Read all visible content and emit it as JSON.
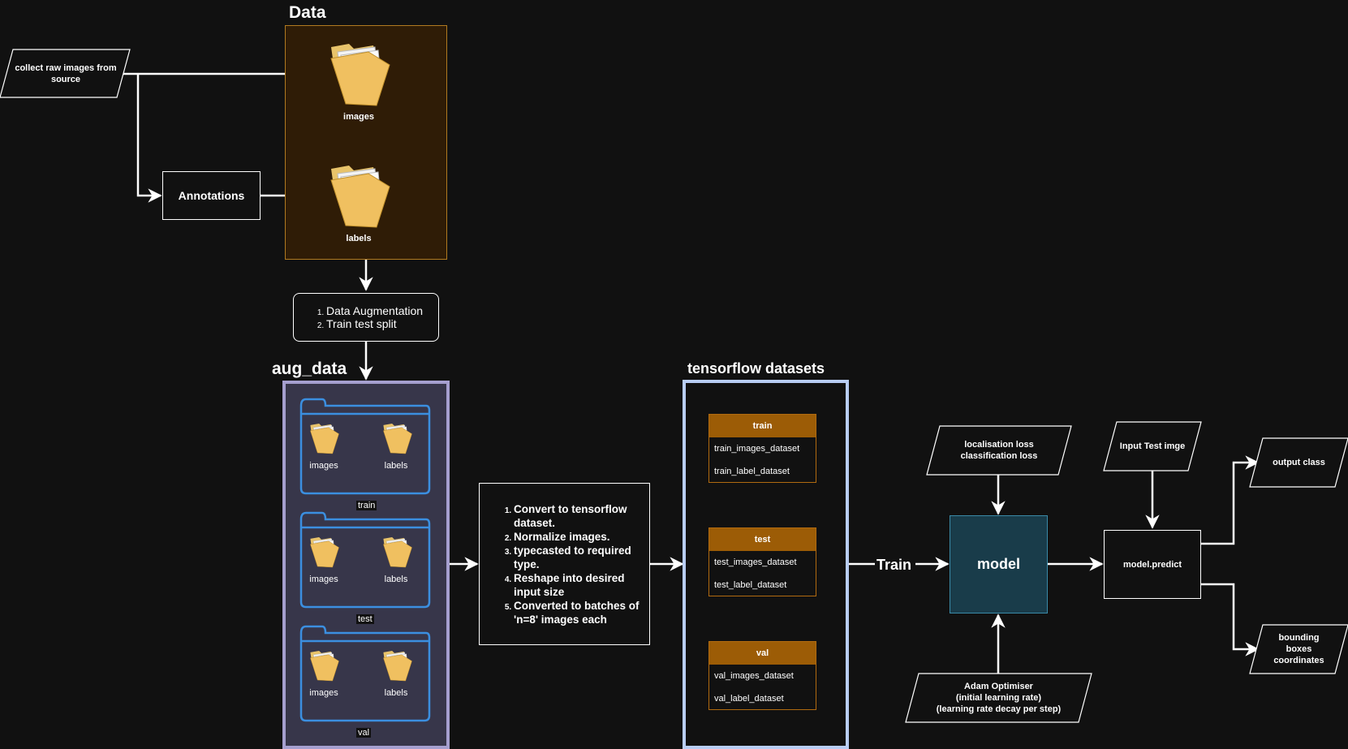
{
  "source_node": "collect raw images from source",
  "annotations_node": "Annotations",
  "data_panel": {
    "title": "Data",
    "folders": [
      "images",
      "labels"
    ]
  },
  "process_node": {
    "steps": [
      "Data Augmentation",
      "Train test split"
    ]
  },
  "aug_data": {
    "title": "aug_data",
    "splits": [
      {
        "label": "train",
        "folders": [
          "images",
          "labels"
        ]
      },
      {
        "label": "test",
        "folders": [
          "images",
          "labels"
        ]
      },
      {
        "label": "val",
        "folders": [
          "images",
          "labels"
        ]
      }
    ]
  },
  "convert_node": {
    "steps": [
      "Convert to tensorflow dataset.",
      "Normalize images.",
      "typecasted to required type.",
      "Reshape into desired input size",
      "Converted to batches of 'n=8' images each"
    ]
  },
  "tf_datasets": {
    "title": "tensorflow datasets",
    "cards": [
      {
        "header": "train",
        "rows": [
          "train_images_dataset",
          "train_label_dataset"
        ]
      },
      {
        "header": "test",
        "rows": [
          "test_images_dataset",
          "test_label_dataset"
        ]
      },
      {
        "header": "val",
        "rows": [
          "val_images_dataset",
          "val_label_dataset"
        ]
      }
    ]
  },
  "train_edge_label": "Train",
  "model_node": "model",
  "loss_node": [
    "localisation loss",
    "classification loss"
  ],
  "optimizer_node": [
    "Adam Optimiser",
    "(initial learning rate)",
    "(learning rate decay per step)"
  ],
  "input_node": "Input Test imge",
  "predict_node": "model.predict",
  "output_class_node": "output class",
  "bbox_node": [
    "bounding",
    "boxes",
    "coordinates"
  ],
  "colors": {
    "background": "#111111",
    "data_panel": "#2f1c06",
    "aug_panel": "#37364a",
    "aug_border": "#a59fcf",
    "tf_border": "#b8cdf5",
    "card_header": "#9c5c06",
    "model_fill": "#193c4a",
    "folder_outline": "#3b8fe0"
  },
  "icons": [
    "folder-icon",
    "arrow-icon"
  ]
}
